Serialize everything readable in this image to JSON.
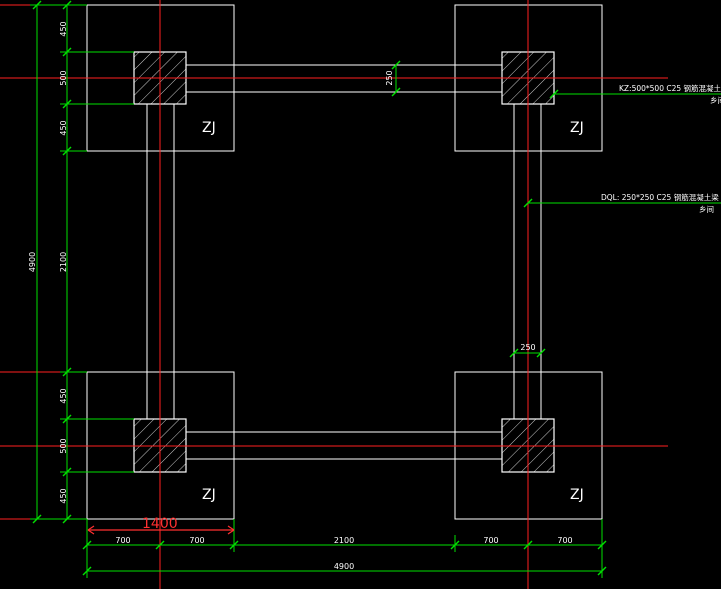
{
  "drawing": {
    "footing_label": "ZJ",
    "column_note": "KZ:500*500  C25 钢筋混凝土",
    "column_note_sub": "乡间",
    "beam_note": "DQL: 250*250  C25 钢筋混凝土梁",
    "beam_note_sub": "乡间",
    "beam_width_top": "250",
    "beam_width_right": "250",
    "handwritten": "1400"
  },
  "dimensions": {
    "left_segments": [
      "450",
      "500",
      "450",
      "2100",
      "450",
      "500",
      "450"
    ],
    "left_total": "4900",
    "bottom_segments": [
      "700",
      "700",
      "2100",
      "700",
      "700"
    ],
    "bottom_total": "4900"
  },
  "colors": {
    "background": "#000000",
    "lines": "#ffffff",
    "axis": "#ff2020",
    "dimension": "#00e000"
  }
}
